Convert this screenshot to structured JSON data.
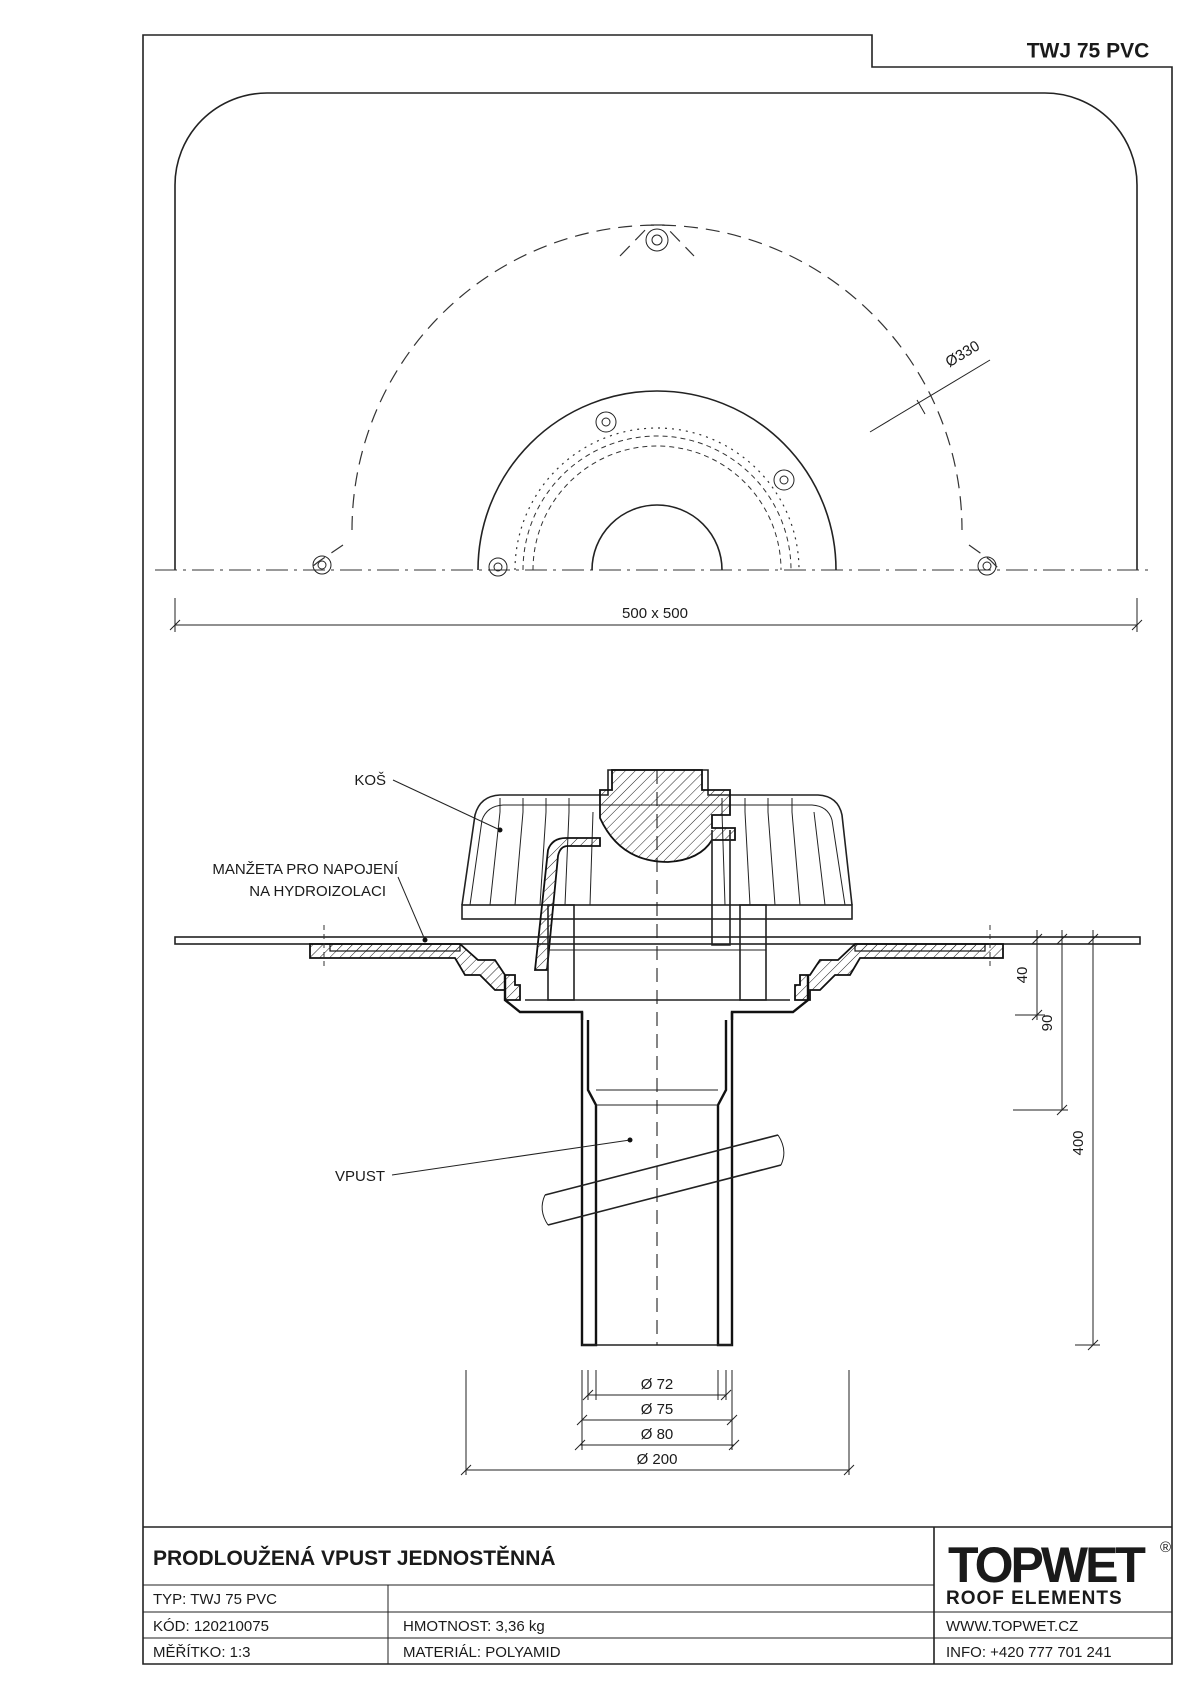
{
  "header": {
    "code_label": "TWJ 75 PVC"
  },
  "plan_view": {
    "diameter_label": "Ø330",
    "size_label": "500 x 500"
  },
  "section_view": {
    "callouts": {
      "basket": "KOŠ",
      "membrane_line1": "MANŽETA PRO NAPOJENÍ",
      "membrane_line2": "NA HYDROIZOLACI",
      "outlet": "VPUST"
    },
    "heights": [
      "40",
      "90",
      "400"
    ],
    "diameters": [
      "Ø 72",
      "Ø 75",
      "Ø 80",
      "Ø 200"
    ]
  },
  "title_block": {
    "title": "PRODLOUŽENÁ VPUST JEDNOSTĚNNÁ",
    "type": "TYP: TWJ 75 PVC",
    "code": "KÓD: 120210075",
    "scale": "MĚŘÍTKO: 1:3",
    "weight": "HMOTNOST:  3,36 kg",
    "material": "MATERIÁL: POLYAMID",
    "web": "WWW.TOPWET.CZ",
    "info": "INFO: +420 777 701 241",
    "logo_top": "TOPWET",
    "logo_registered": "®",
    "logo_bottom": "ROOF ELEMENTS"
  },
  "colors": {
    "line": "#1a1a1a",
    "background": "#ffffff"
  }
}
